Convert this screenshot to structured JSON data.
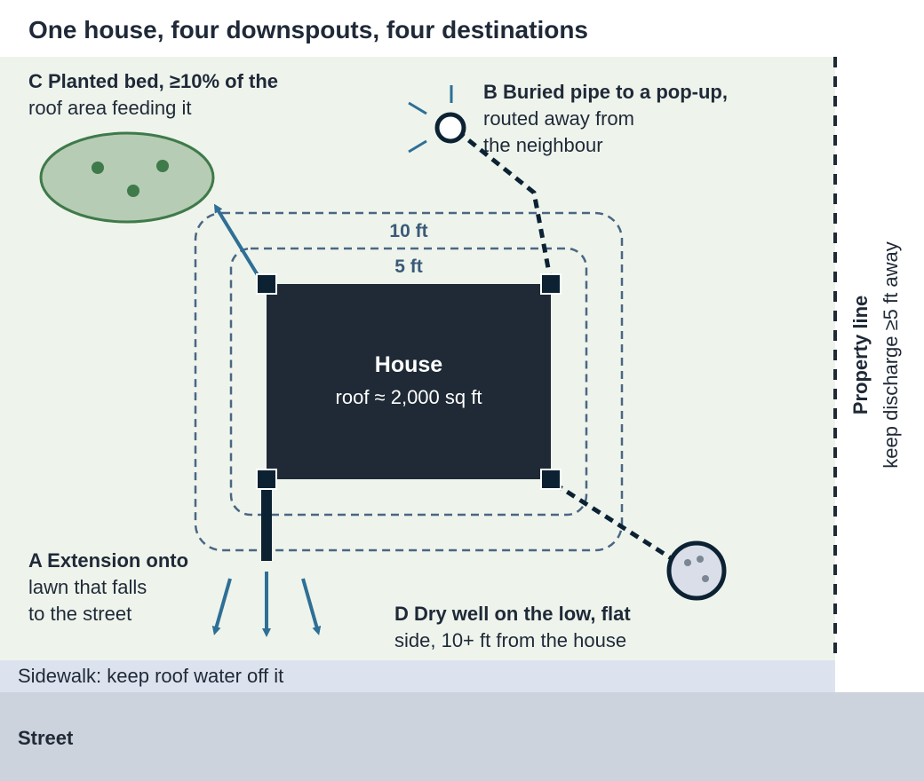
{
  "title": "One house, four downspouts, four destinations",
  "house": {
    "label": "House",
    "roof": "roof ≈ 2,000 sq ft"
  },
  "rings": {
    "inner": "5 ft",
    "outer": "10 ft"
  },
  "destinations": {
    "a": {
      "heading": "A Extension onto",
      "lines": [
        "lawn that falls",
        "to the street"
      ]
    },
    "b": {
      "heading": "B Buried pipe to a pop-up,",
      "lines": [
        "routed away from",
        "the neighbour"
      ]
    },
    "c": {
      "heading": "C Planted bed, ≥10% of the",
      "lines": [
        "roof area feeding it"
      ]
    },
    "d": {
      "heading": "D Dry well on the low, flat",
      "lines": [
        "side, 10+ ft from the house"
      ]
    }
  },
  "property_line": {
    "title": "Property line",
    "note": "keep discharge ≥5 ft away"
  },
  "sidewalk": "Sidewalk: keep roof water off it",
  "street": "Street",
  "colors": {
    "lot": "#eef4ec",
    "house": "#1f2a36",
    "downspout": "#0c2233",
    "accent_blue": "#2e6f96",
    "ring": "#4a6682",
    "bed_fill": "#b7ccb4",
    "bed_stroke": "#3f7a4a",
    "sidewalk": "#dde3ee",
    "street": "#ccd3dc"
  }
}
